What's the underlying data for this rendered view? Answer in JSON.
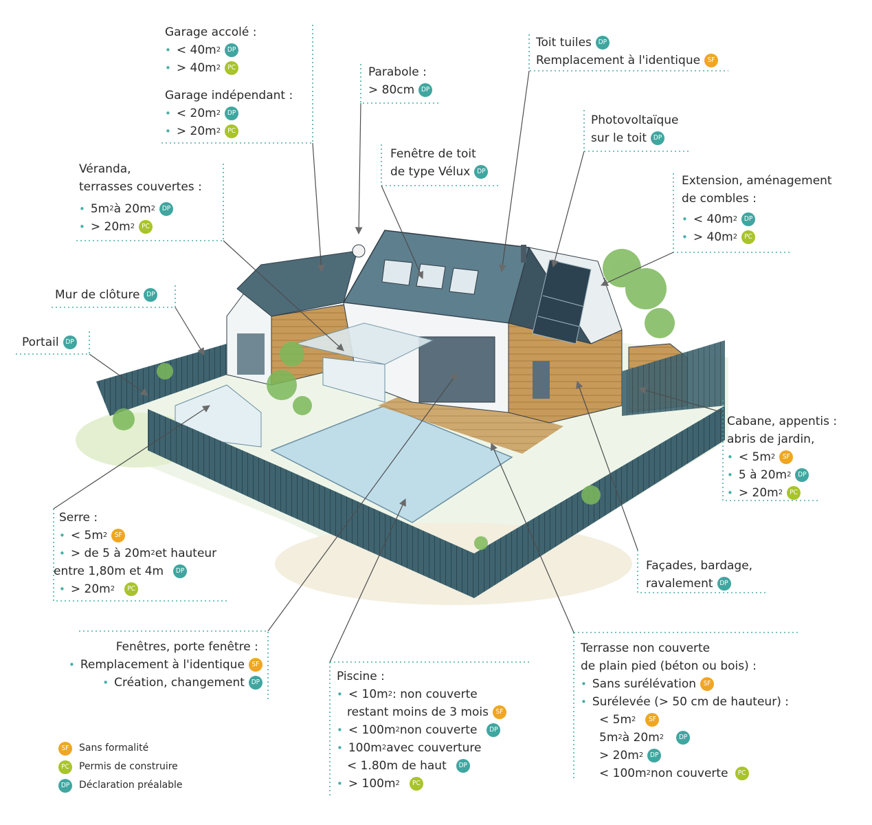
{
  "badges": {
    "dp": "DP",
    "pc": "PC",
    "sf": "SF"
  },
  "colors": {
    "dp": "#3fa6a0",
    "pc": "#a8c42b",
    "sf": "#f0a623",
    "dotted": "#4aaea6"
  },
  "labels": {
    "garage": {
      "title": "Garage accolé :",
      "r1": "< 40m",
      "r1b": "DP",
      "r2": "> 40m",
      "r2b": "PC",
      "title2": "Garage indépendant :",
      "r3": "< 20m",
      "r3b": "DP",
      "r4": "> 20m",
      "r4b": "PC"
    },
    "veranda": {
      "title1": "Véranda,",
      "title2": "terrasses couvertes :",
      "r1": "5m",
      "r1mid": " à 20m",
      "r1b": "DP",
      "r2": "> 20m",
      "r2b": "PC"
    },
    "mur": {
      "title": "Mur de clôture",
      "badge": "DP"
    },
    "portail": {
      "title": "Portail",
      "badge": "DP"
    },
    "parabole": {
      "title": "Parabole :",
      "r1": "> 80cm",
      "r1b": "DP"
    },
    "velux": {
      "t1": "Fenêtre de toit",
      "t2": "de type Vélux",
      "badge": "DP"
    },
    "toit": {
      "t1": "Toit  tuiles",
      "t1b": "DP",
      "t2": "Remplacement à l'identique",
      "t2b": "SF"
    },
    "photo": {
      "t1": "Photovoltaïque",
      "t2": "sur le toit",
      "badge": "DP"
    },
    "extension": {
      "t1": "Extension, aménagement",
      "t2": "de combles :",
      "r1": "< 40m",
      "r1b": "DP",
      "r2": "> 40m",
      "r2b": "PC"
    },
    "cabane": {
      "t1": "Cabane, appentis :",
      "t2": "abris de jardin,",
      "r1": "< 5m",
      "r1b": "SF",
      "r2": "5 à 20m",
      "r2b": "DP",
      "r3": "> 20m",
      "r3b": "PC"
    },
    "facades": {
      "t1": "Façades, bardage,",
      "t2": "ravalement",
      "badge": "DP"
    },
    "serre": {
      "title": "Serre :",
      "r1": "< 5m",
      "r1b": "SF",
      "r2": "> de 5 à 20m",
      "r2b_text": "et hauteur",
      "r3": "entre 1,80m et 4m",
      "r3b": "DP",
      "r4": "> 20m",
      "r4b": "PC"
    },
    "fenetres": {
      "title": "Fenêtres, porte fenêtre :",
      "r1": "Remplacement à l'identique",
      "r1b": "SF",
      "r2": "Création, changement",
      "r2b": "DP"
    },
    "piscine": {
      "title": "Piscine :",
      "r1": "< 10m",
      "r1tail": " : non couverte",
      "r2": "restant moins de 3 mois",
      "r2b": "SF",
      "r3": "< 100m",
      "r3tail": " non couverte",
      "r3b": "DP",
      "r4": "100m",
      "r4tail": " avec couverture",
      "r5": "< 1.80m de haut",
      "r5b": "DP",
      "r6": "> 100m",
      "r6b": "PC"
    },
    "terrasse": {
      "t1": "Terrasse non couverte",
      "t2": "de plain pied (béton ou bois) :",
      "r1": "Sans surélévation",
      "r1b": "SF",
      "r2": "Surélevée (> 50 cm de hauteur) :",
      "r3": "< 5m",
      "r3b": "SF",
      "r4": "5m",
      "r4mid": " à 20m",
      "r4b": "DP",
      "r5": "> 20m",
      "r5b": "DP",
      "r6": "< 100m",
      "r6tail": "  non couverte",
      "r6b": "PC"
    }
  },
  "legend": [
    {
      "badge": "SF",
      "text": "Sans formalité"
    },
    {
      "badge": "PC",
      "text": "Permis de construire"
    },
    {
      "badge": "DP",
      "text": "Déclaration préalable"
    }
  ]
}
